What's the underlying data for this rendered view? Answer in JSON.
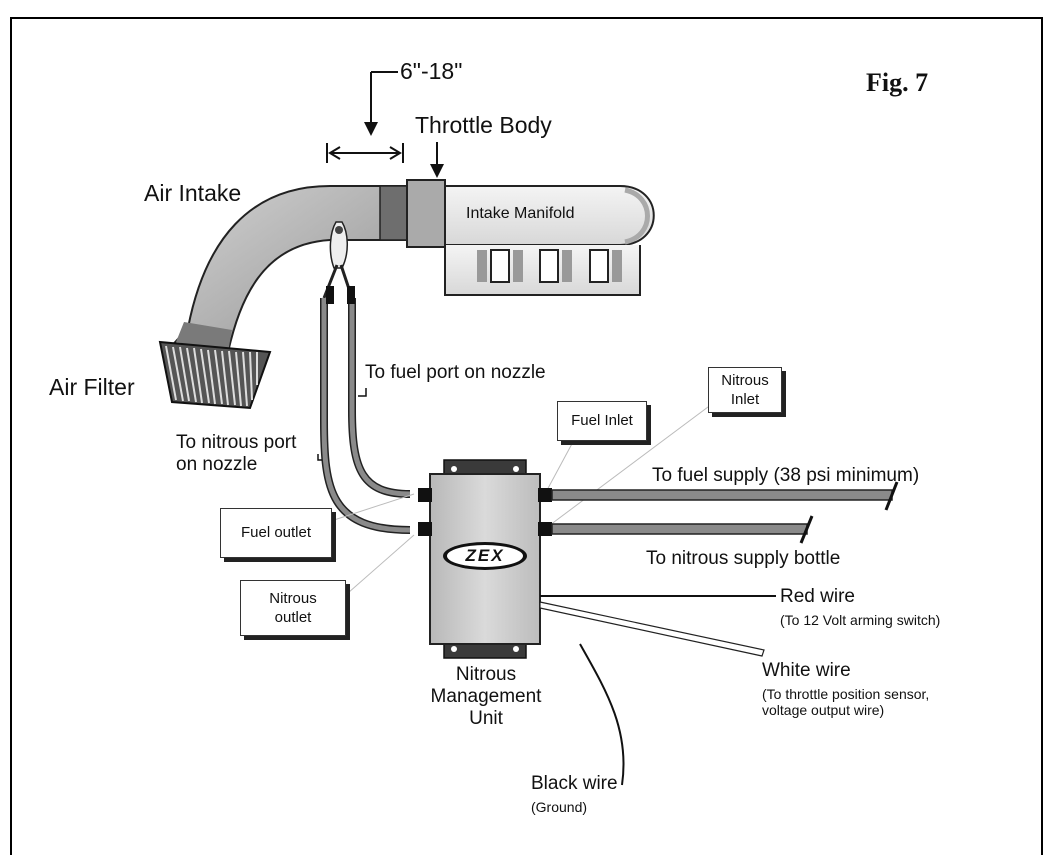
{
  "figure": {
    "label": "Fig. 7"
  },
  "labels": {
    "distance": "6\"-18\"",
    "throttle_body": "Throttle Body",
    "air_intake": "Air Intake",
    "intake_manifold": "Intake Manifold",
    "air_filter": "Air Filter",
    "fuel_port": "To fuel port on nozzle",
    "nitrous_port_line1": "To nitrous port",
    "nitrous_port_line2": "on nozzle",
    "fuel_inlet": "Fuel Inlet",
    "nitrous_inlet_line1": "Nitrous",
    "nitrous_inlet_line2": "Inlet",
    "fuel_outlet": "Fuel outlet",
    "nitrous_outlet_line1": "Nitrous",
    "nitrous_outlet_line2": "outlet",
    "fuel_supply": "To fuel supply  (38 psi minimum)",
    "nitrous_supply": "To nitrous supply bottle",
    "red_wire": "Red wire",
    "red_wire_note": "(To 12 Volt arming switch)",
    "white_wire": "White wire",
    "white_wire_note_line1": "(To throttle position sensor,",
    "white_wire_note_line2": "voltage output wire)",
    "unit_line1": "Nitrous",
    "unit_line2": "Management",
    "unit_line3": "Unit",
    "black_wire": "Black wire",
    "black_wire_note": "(Ground)",
    "brand": "ZEX"
  },
  "colors": {
    "tube_gray": "#b4b4b4",
    "hose_gray": "#8a8a8a",
    "unit_face": "#cfcfcf",
    "dark": "#222222"
  }
}
